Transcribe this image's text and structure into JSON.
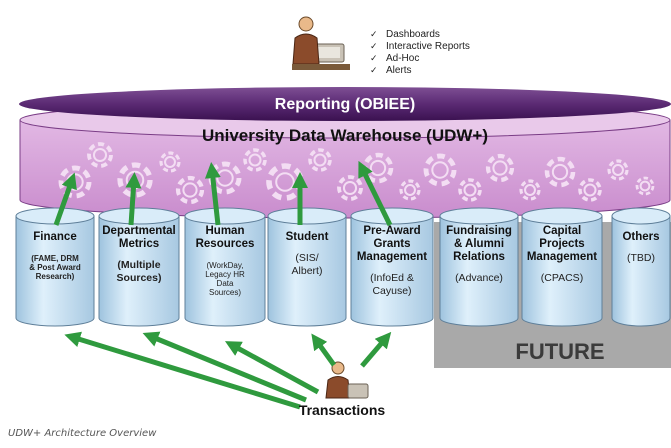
{
  "reporting_features": [
    "Dashboards",
    "Interactive Reports",
    "Ad-Hoc",
    "Alerts"
  ],
  "reporting_title": "Reporting (OBIEE)",
  "warehouse_title": "University Data Warehouse (UDW+)",
  "sources": [
    {
      "lines": [
        "Finance"
      ],
      "sub": [
        "(FAME, DRM",
        "& Post Award",
        "Research)"
      ]
    },
    {
      "lines": [
        "Departmental",
        "Metrics"
      ],
      "sub": [
        "(Multiple",
        "Sources)"
      ]
    },
    {
      "lines": [
        "Human",
        "Resources"
      ],
      "sub": [
        "(WorkDay,",
        "Legacy HR",
        "Data",
        "Sources)"
      ]
    },
    {
      "lines": [
        "Student"
      ],
      "sub": [
        "(SIS/",
        "Albert)"
      ]
    },
    {
      "lines": [
        "Pre-Award",
        "Grants",
        "Management"
      ],
      "sub": [
        "(InfoEd &",
        "Cayuse)"
      ]
    }
  ],
  "future_sources": [
    {
      "lines": [
        "Fundraising",
        "& Alumni",
        "Relations"
      ],
      "sub": [
        "(Advance)"
      ]
    },
    {
      "lines": [
        "Capital",
        "Projects",
        "Management"
      ],
      "sub": [
        "(CPACS)"
      ]
    },
    {
      "lines": [
        "Others"
      ],
      "sub": [
        "(TBD)"
      ]
    }
  ],
  "future_label": "FUTURE",
  "transactions_label": "Transactions",
  "caption": "UDW+ Architecture Overview",
  "colors": {
    "reporting_top": "#5b2a73",
    "reporting_bottom": "#3a1150",
    "warehouse_fill": "#d7a6d9",
    "warehouse_edge": "#7a3d86",
    "gear": "#f3ddf3",
    "cylinder_top": "#d9ecf9",
    "cylinder_body": "#b9d9ef",
    "cylinder_edge": "#5f7f99",
    "arrow": "#2f9a3e",
    "future_panel": "#a9a9a9",
    "future_text": "#3b3b3b"
  }
}
